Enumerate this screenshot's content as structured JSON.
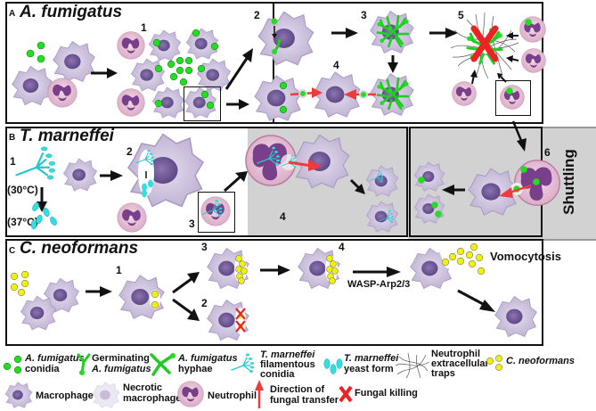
{
  "panels": {
    "a": {
      "letter": "A",
      "title": "A. fumigatus",
      "steps": [
        "1",
        "2",
        "3",
        "4",
        "5"
      ]
    },
    "b": {
      "letter": "B",
      "title": "T. marneffei",
      "steps": [
        "1",
        "2",
        "3",
        "4"
      ],
      "temp_high": "(30°C)",
      "temp_low": "(37°C)"
    },
    "shuttle": {
      "step": "6",
      "label": "Shuttling"
    },
    "c": {
      "letter": "C",
      "title": "C. neoformans",
      "steps": [
        "1",
        "2",
        "3",
        "4"
      ],
      "pathway_label": "WASP-Arp2/3",
      "outcome_label": "Vomocytosis"
    }
  },
  "legend": {
    "row1": [
      {
        "icon": "conidia-icon",
        "line1": "A. fumigatus",
        "line2": "conidia"
      },
      {
        "icon": "germinating-icon",
        "line1": "Germinating",
        "line2": "A. fumigatus"
      },
      {
        "icon": "hyphae-icon",
        "line1": "A. fumigatus",
        "line2": "hyphae"
      },
      {
        "icon": "filamentous-icon",
        "line1": "T. marneffei",
        "line2": "filamentous",
        "line3": "conidia"
      },
      {
        "icon": "yeast-icon",
        "line1": "T. marneffei",
        "line2": "yeast form"
      },
      {
        "icon": "net-icon",
        "line1": "Neutrophil",
        "line2": "extracellular",
        "line3": "traps"
      },
      {
        "icon": "cneo-icon",
        "line1": "C. neoformans"
      }
    ],
    "row2": [
      {
        "icon": "macrophage-icon",
        "line1": "Macrophage"
      },
      {
        "icon": "necrotic-macrophage-icon",
        "line1": "Necrotic",
        "line2": "macrophage"
      },
      {
        "icon": "neutrophil-icon",
        "line1": "Neutrophil"
      },
      {
        "icon": "red-arrow-icon",
        "line1": "Direction of",
        "line2": "fungal transfer"
      },
      {
        "icon": "red-x-icon",
        "line1": "Fungal killing"
      }
    ]
  },
  "colors": {
    "conidia_green": "#22dd22",
    "tmarneffei_cyan": "#22d4d4",
    "cneo_yellow": "#f2f200",
    "macrophage": "#cbbfdc",
    "nucleus": "#6e5796",
    "neutrophil": "#e6c2d6",
    "neutrophil_nucleus": "#7a3f8a",
    "transfer_red": "#ee3a3a",
    "shuttle_gray": "#d2d2d2"
  }
}
